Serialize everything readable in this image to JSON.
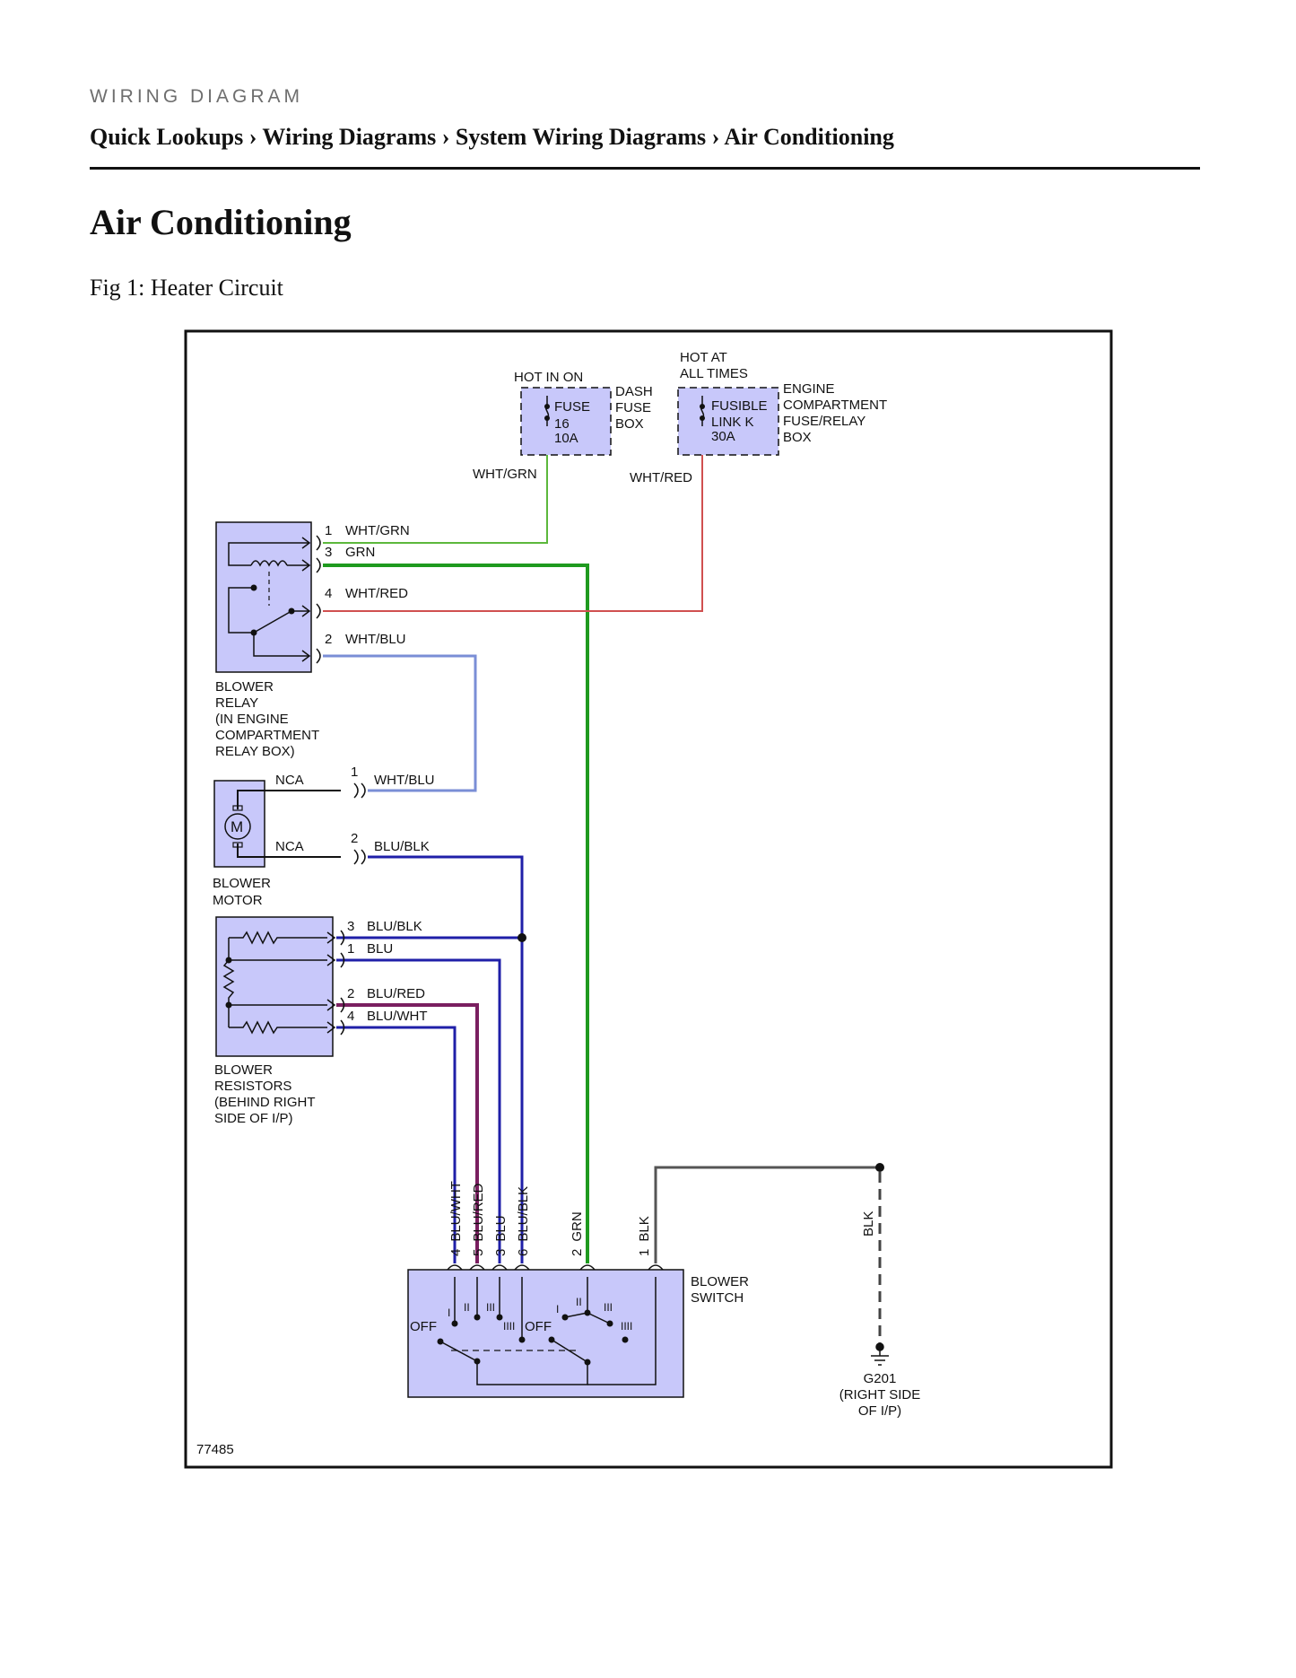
{
  "page": {
    "kicker": "WIRING DIAGRAM",
    "breadcrumb": "Quick Lookups › Wiring Diagrams › System Wiring Diagrams › Air Conditioning",
    "title": "Air Conditioning",
    "figure_caption": "Fig 1: Heater Circuit"
  },
  "colors": {
    "component_fill": "#c8c8fa",
    "wht_grn": "#5cb83c",
    "grn": "#1f9a1f",
    "wht_red": "#d05050",
    "wht_blu": "#7a8ed6",
    "blu": "#1f1fa8",
    "blu_red": "#7a1f60",
    "blk": "#555555"
  },
  "diagram": {
    "hot_in_on": "HOT IN ON",
    "hot_at_all_times": [
      "HOT AT",
      "ALL TIMES"
    ],
    "fuse16": [
      "FUSE",
      "16",
      "10A"
    ],
    "dash_fuse_box": [
      "DASH",
      "FUSE",
      "BOX"
    ],
    "fusible_link": [
      "FUSIBLE",
      "LINK K",
      "30A"
    ],
    "engine_fuse_box": [
      "ENGINE",
      "COMPARTMENT",
      "FUSE/RELAY",
      "BOX"
    ],
    "wire_wht_grn": "WHT/GRN",
    "wire_wht_red": "WHT/RED",
    "relay_pins": [
      {
        "pin": "1",
        "wire": "WHT/GRN"
      },
      {
        "pin": "3",
        "wire": "GRN"
      },
      {
        "pin": "4",
        "wire": "WHT/RED"
      },
      {
        "pin": "2",
        "wire": "WHT/BLU"
      }
    ],
    "relay_label": [
      "BLOWER",
      "RELAY",
      "(IN ENGINE",
      "COMPARTMENT",
      "RELAY BOX)"
    ],
    "motor_pins": [
      {
        "nca": "NCA",
        "pin": "1",
        "wire": "WHT/BLU"
      },
      {
        "nca": "NCA",
        "pin": "2",
        "wire": "BLU/BLK"
      }
    ],
    "motor_symbol": "M",
    "motor_label": [
      "BLOWER",
      "MOTOR"
    ],
    "resistor_pins": [
      {
        "pin": "3",
        "wire": "BLU/BLK"
      },
      {
        "pin": "1",
        "wire": "BLU"
      },
      {
        "pin": "2",
        "wire": "BLU/RED"
      },
      {
        "pin": "4",
        "wire": "BLU/WHT"
      }
    ],
    "resistor_label": [
      "BLOWER",
      "RESISTORS",
      "(BEHIND RIGHT",
      "SIDE OF I/P)"
    ],
    "switch_wires": [
      {
        "pin": "4",
        "wire": "BLU/WHT"
      },
      {
        "pin": "5",
        "wire": "BLU/RED"
      },
      {
        "pin": "3",
        "wire": "BLU"
      },
      {
        "pin": "6",
        "wire": "BLU/BLK"
      },
      {
        "pin": "2",
        "wire": "GRN"
      },
      {
        "pin": "1",
        "wire": "BLK"
      }
    ],
    "ground_wire": "BLK",
    "switch_positions": [
      "OFF",
      "I",
      "II",
      "III",
      "IIII"
    ],
    "switch_label": [
      "BLOWER",
      "SWITCH"
    ],
    "ground_label": [
      "G201",
      "(RIGHT SIDE",
      "OF I/P)"
    ],
    "figure_number": "77485"
  }
}
